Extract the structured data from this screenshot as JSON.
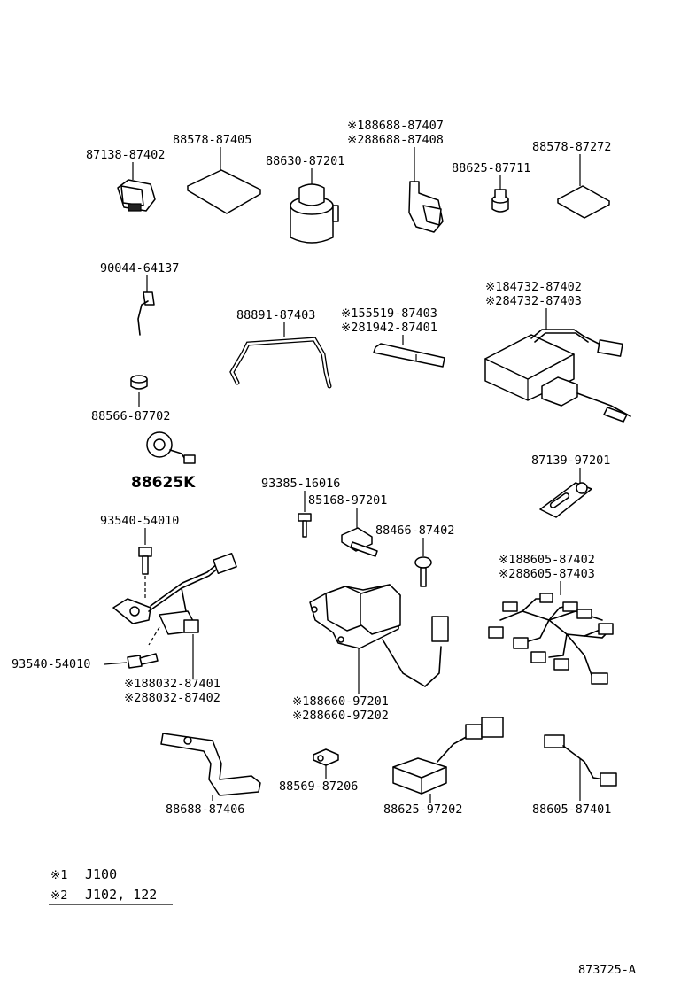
{
  "parts": {
    "p87138": "87138-87402",
    "p88578a": "88578-87405",
    "p88630": "88630-87201",
    "p88688_1": "※188688-87407",
    "p88688_2": "※288688-87408",
    "p88625a": "88625-87711",
    "p88578b": "88578-87272",
    "p90044": "90044-64137",
    "p88891": "88891-87403",
    "p155519": "※155519-87403",
    "p281942": "※281942-87401",
    "p84732_1": "※184732-87402",
    "p84732_2": "※284732-87403",
    "p88566": "88566-87702",
    "p88625k": "88625K",
    "p87139": "87139-97201",
    "p93385": "93385-16016",
    "p85168": "85168-97201",
    "p93540a": "93540-54010",
    "p88466": "88466-87402",
    "p88605_1": "※188605-87402",
    "p88605_2": "※288605-87403",
    "p93540b": "93540-54010",
    "p88032_1": "※188032-87401",
    "p88032_2": "※288032-87402",
    "p88660_1": "※188660-97201",
    "p88660_2": "※288660-97202",
    "p88688b": "88688-87406",
    "p88569": "88569-87206",
    "p88625b": "88625-97202",
    "p88605b": "88605-87401"
  },
  "legend": {
    "mark1": "※1",
    "val1": "J100",
    "mark2": "※2",
    "val2": "J102, 122"
  },
  "figure_id": "873725-A"
}
